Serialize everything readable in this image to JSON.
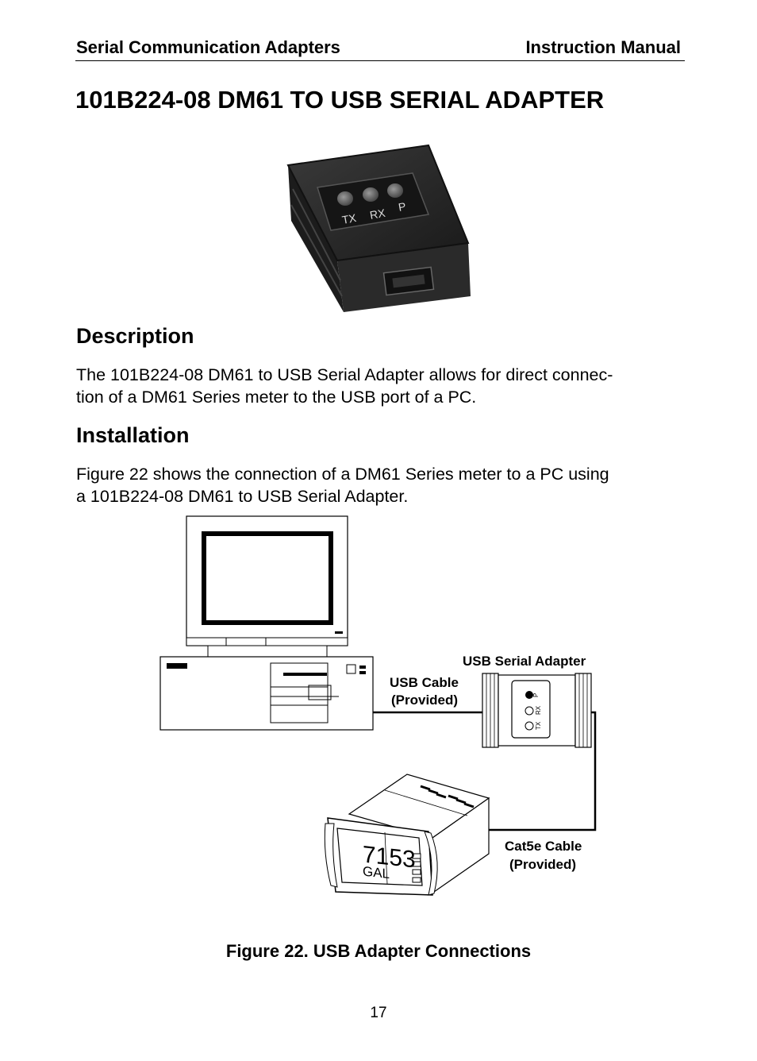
{
  "header": {
    "left": "Serial Communication Adapters",
    "right": "Instruction Manual"
  },
  "title": "101B224-08 DM61 TO USB SERIAL ADAPTER",
  "photo": {
    "led_labels": [
      "TX",
      "RX",
      "P"
    ]
  },
  "description": {
    "heading": "Description",
    "line1": "The 101B224-08 DM61 to USB Serial Adapter allows for direct connec-",
    "line2": "tion of a DM61 Series meter to the USB port of a PC."
  },
  "installation": {
    "heading": "Installation",
    "line1": "Figure 22 shows the connection of a DM61 Series meter to a PC using",
    "line2": "a 101B224-08 DM61 to USB Serial Adapter."
  },
  "figure": {
    "adapter_label": "USB Serial Adapter",
    "usb_cable_line1": "USB Cable",
    "usb_cable_line2": "(Provided)",
    "cat5_line1": "Cat5e Cable",
    "cat5_line2": "(Provided)",
    "adapter_leds": [
      "P",
      "RX",
      "TX"
    ],
    "meter_display_value": "7153",
    "meter_display_unit": "GAL",
    "caption": "Figure 22. USB Adapter Connections"
  },
  "page_number": "17"
}
